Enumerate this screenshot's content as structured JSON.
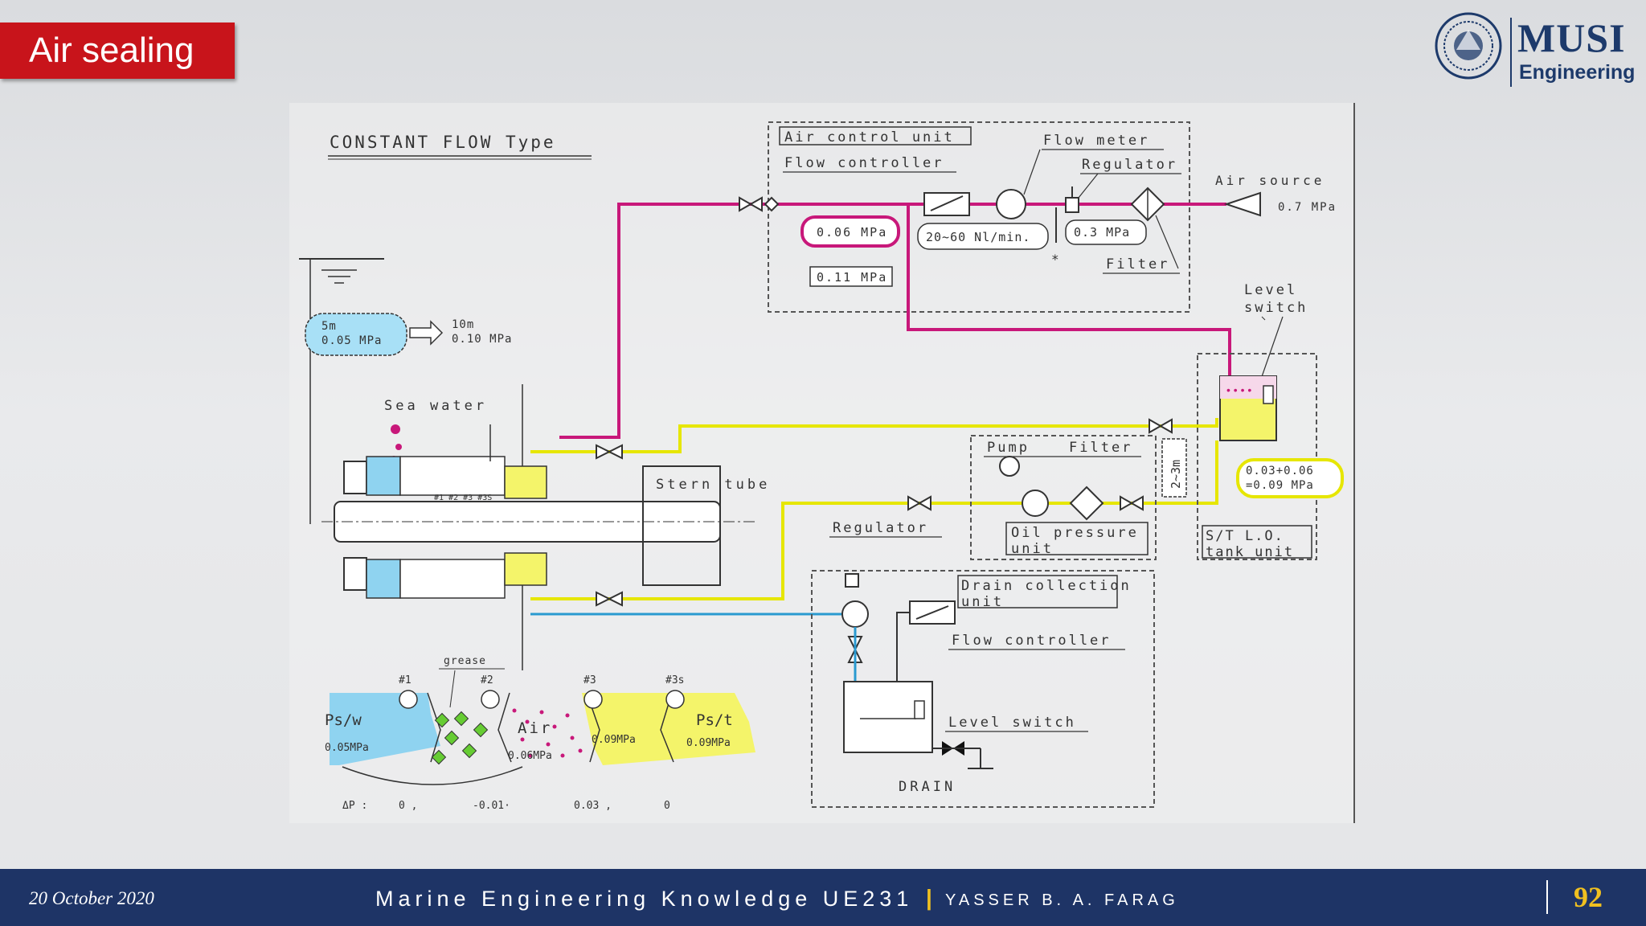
{
  "slide": {
    "title": "Air sealing",
    "logo_name": "MUSI",
    "logo_sub": "Engineering"
  },
  "diagram": {
    "heading": "CONSTANT FLOW Type",
    "labels": {
      "air_control_unit": "Air control unit",
      "flow_controller_top": "Flow controller",
      "flow_meter": "Flow meter",
      "regulator_top": "Regulator",
      "air_source": "Air source",
      "air_source_pressure": "0.7 MPa",
      "p_006": "0.06 MPa",
      "flow_range": "20~60 Nl/min.",
      "p_03": "0.3 MPa",
      "filter_top": "Filter",
      "p_011": "0.11 MPa",
      "level_switch_top": "Level\nswitch",
      "depth_5m": "5m",
      "p_005_cloud": "0.05 MPa",
      "depth_10m": "10m",
      "p_010": "0.10 MPa",
      "sea_water": "Sea water",
      "stern_tube": "Stern tube",
      "pump": "Pump",
      "filter_mid": "Filter",
      "height_range": "2~3m",
      "p_sum": "0.03+0.06\n=0.09 MPa",
      "oil_pressure_unit": "Oil pressure\nunit",
      "st_lo_tank": "S/T L.O.\ntank unit",
      "regulator_mid": "Regulator",
      "drain_collection_unit": "Drain collection\nunit",
      "flow_controller_low": "Flow controller",
      "level_switch_low": "Level switch",
      "drain": "DRAIN",
      "seal_1": "#1",
      "seal_2": "#2",
      "seal_3": "#3",
      "seal_3s": "#3s",
      "grease": "grease",
      "ps_w": "Ps/w",
      "p_sw_val": "0.05MPa",
      "air": "Air",
      "p_air_val": "0.06MPa",
      "p_009a": "0.09MPa",
      "ps_t": "Ps/t",
      "p_009b": "0.09MPa",
      "dp_label": "ΔP :",
      "dp_1": "0 ,",
      "dp_2": "-0.01·",
      "dp_3": "0.03 ,",
      "dp_4": "0"
    },
    "colors": {
      "air_line": "#c8187a",
      "oil_line": "#e6e600",
      "water_line": "#2a9ad0",
      "sea_water_fill": "#8fd3f0",
      "oil_fill": "#f4f46a"
    }
  },
  "footer": {
    "date": "20 October 2020",
    "course": "Marine Engineering Knowledge UE231",
    "separator": "|",
    "author": "YASSER B. A. FARAG",
    "page": "92"
  }
}
